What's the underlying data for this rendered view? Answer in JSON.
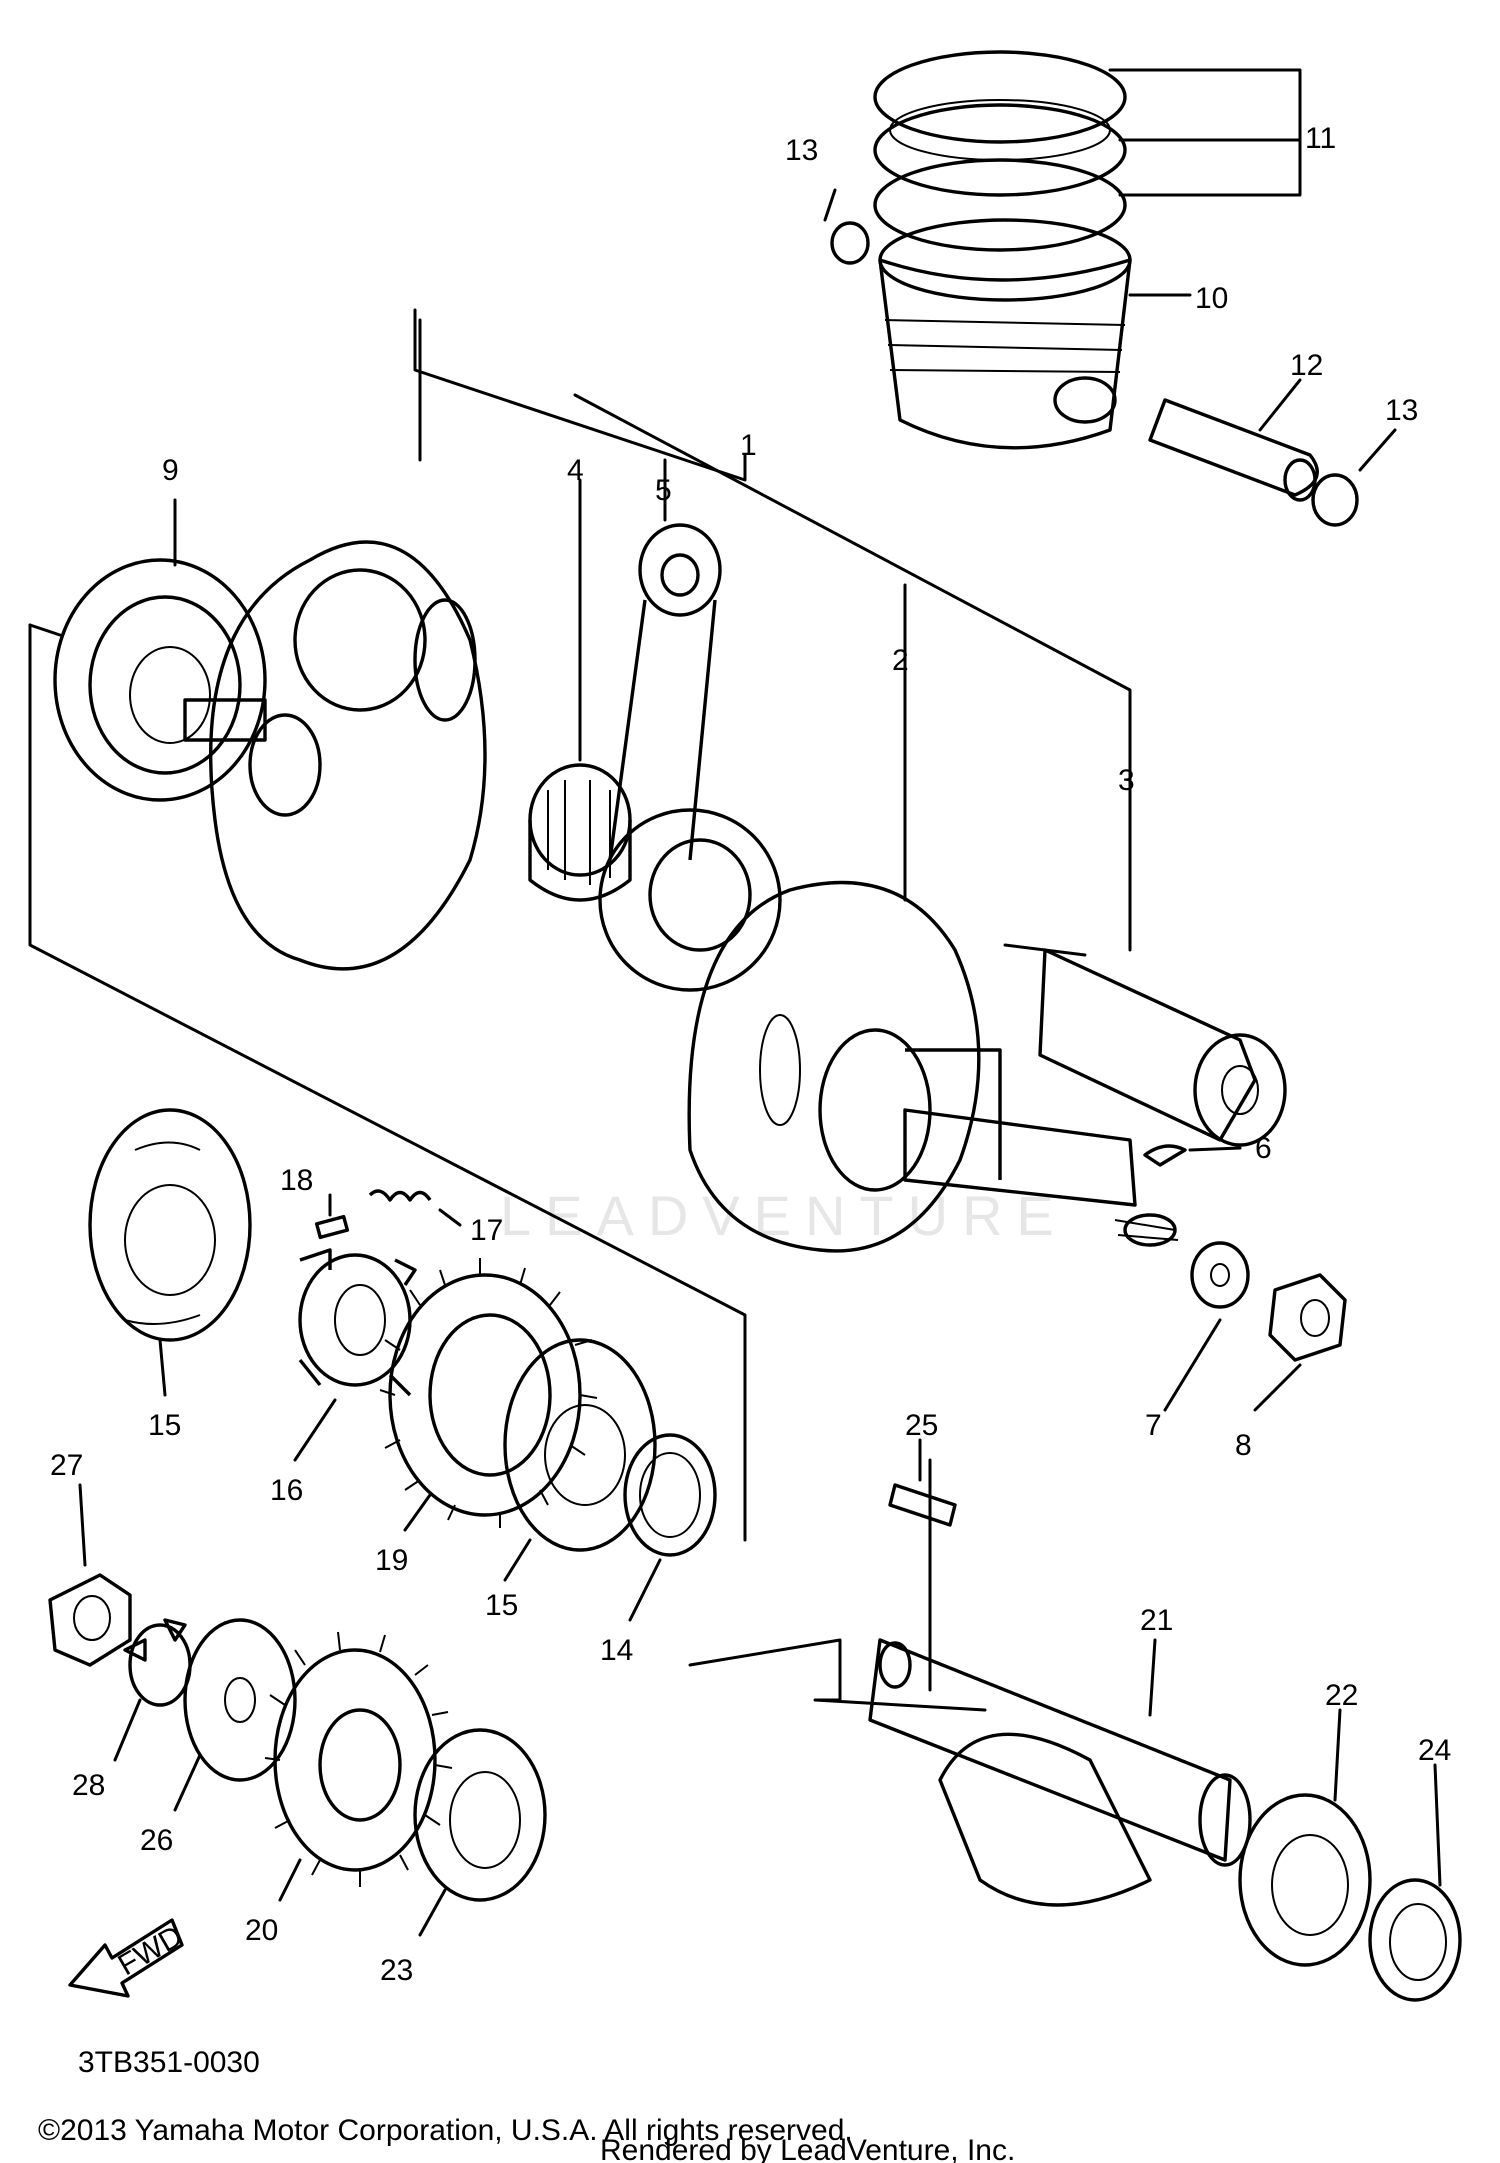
{
  "diagram": {
    "code": "3TB351-0030",
    "fwd_label": "FWD",
    "watermark": "LEADVENTURE",
    "copyright": "©2013 Yamaha Motor Corporation, U.S.A. All rights reserved.",
    "rendered_by": "Rendered by LeadVenture, Inc.",
    "callouts": [
      "1",
      "2",
      "3",
      "4",
      "5",
      "6",
      "7",
      "8",
      "9",
      "10",
      "11",
      "12",
      "13",
      "13",
      "14",
      "15",
      "15",
      "16",
      "17",
      "18",
      "19",
      "20",
      "21",
      "22",
      "23",
      "24",
      "25",
      "26",
      "27",
      "28"
    ]
  }
}
